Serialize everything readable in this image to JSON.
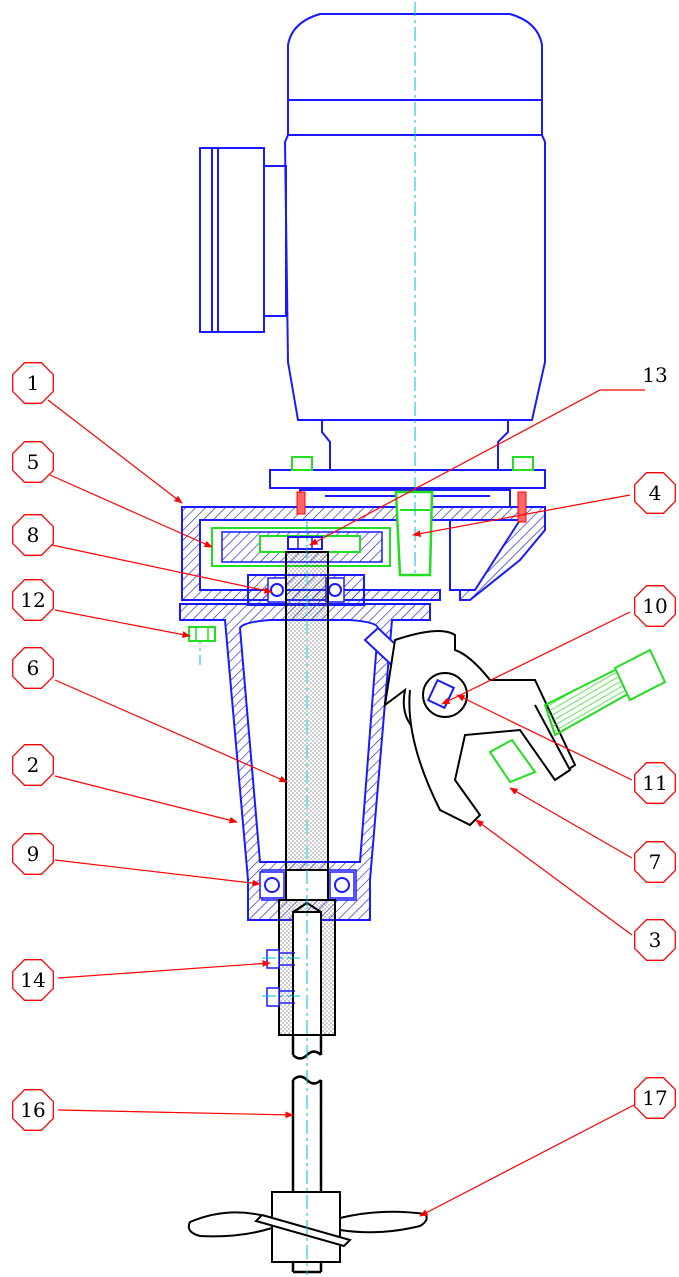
{
  "colors": {
    "outline": "#1a1aff",
    "hatch": "#2222cc",
    "leader": "#ff0000",
    "balloon": "#ff0000",
    "highlight": "#22dd22",
    "centerline": "#00bcd4",
    "shaft": "#000000",
    "background": "#ffffff"
  },
  "callouts": [
    {
      "id": "c1",
      "label": "1"
    },
    {
      "id": "c5",
      "label": "5"
    },
    {
      "id": "c8",
      "label": "8"
    },
    {
      "id": "c12",
      "label": "12"
    },
    {
      "id": "c6",
      "label": "6"
    },
    {
      "id": "c2",
      "label": "2"
    },
    {
      "id": "c9",
      "label": "9"
    },
    {
      "id": "c14",
      "label": "14"
    },
    {
      "id": "c16",
      "label": "16"
    },
    {
      "id": "c13",
      "label": "13"
    },
    {
      "id": "c4",
      "label": "4"
    },
    {
      "id": "c10",
      "label": "10"
    },
    {
      "id": "c11",
      "label": "11"
    },
    {
      "id": "c7",
      "label": "7"
    },
    {
      "id": "c3",
      "label": "3"
    },
    {
      "id": "c17",
      "label": "17"
    }
  ]
}
